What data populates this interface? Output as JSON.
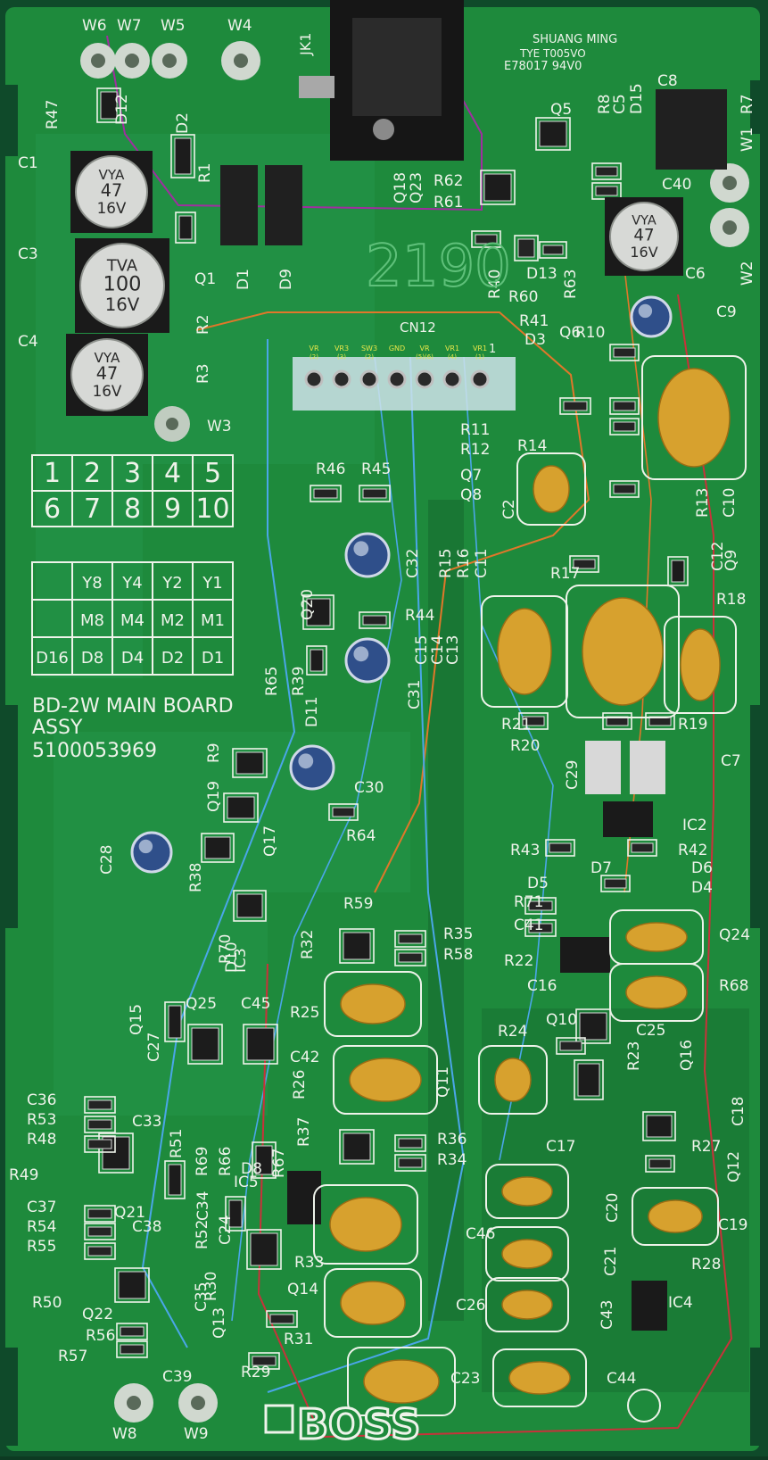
{
  "colors": {
    "board_green": "#1e8a3c",
    "board_dark": "#13602a",
    "trace_green": "#2aa048",
    "silkscreen": "#eef3ea",
    "cap_amber": "#d7a12e",
    "cap_blue": "#2f4f8a",
    "trace_blue": "#4aa6e8",
    "trace_orange": "#e0772a",
    "trace_red": "#c8323a",
    "trace_purple": "#a02ea0"
  },
  "board": {
    "title_line1": "BD-2W MAIN BOARD",
    "title_line2": "ASSY",
    "part_number": "5100053969",
    "logo": "BOSS",
    "maker_line1": "SHUANG MING",
    "maker_line2": "TYE T005VO",
    "maker_line3": "E78017 94V0",
    "handwritten": "2190",
    "connector": "CN12",
    "connector_pin1": "1",
    "connector_pins": [
      "VR",
      "VR3",
      "SW3",
      "GND",
      "VR",
      "VR1",
      "VR1"
    ],
    "connector_pin_sub": [
      "(2)",
      "(3)",
      "(2)",
      "",
      "(5)(6)",
      "(4)",
      "(1)"
    ],
    "jack": "JK1"
  },
  "number_grid": [
    "1",
    "2",
    "3",
    "4",
    "5",
    "6",
    "7",
    "8",
    "9",
    "10"
  ],
  "code_table": {
    "rows": [
      [
        "",
        "Y8",
        "Y4",
        "Y2",
        "Y1"
      ],
      [
        "",
        "M8",
        "M4",
        "M2",
        "M1"
      ],
      [
        "D16",
        "D8",
        "D4",
        "D2",
        "D1"
      ]
    ]
  },
  "capacitors": {
    "c1": {
      "brand": "VYA",
      "value": "47",
      "voltage": "16V"
    },
    "c3": {
      "brand": "TVA",
      "value": "100",
      "voltage": "16V"
    },
    "c4": {
      "brand": "VYA",
      "value": "47",
      "voltage": "16V"
    },
    "c6": {
      "brand": "VYA",
      "value": "47",
      "voltage": "16V"
    }
  },
  "labels": [
    {
      "t": "W6"
    },
    {
      "t": "W7"
    },
    {
      "t": "W5"
    },
    {
      "t": "W4"
    },
    {
      "t": "R47"
    },
    {
      "t": "D12"
    },
    {
      "t": "D2"
    },
    {
      "t": "C1"
    },
    {
      "t": "R1"
    },
    {
      "t": "C3"
    },
    {
      "t": "C4"
    },
    {
      "t": "Q1"
    },
    {
      "t": "D1"
    },
    {
      "t": "D9"
    },
    {
      "t": "R2"
    },
    {
      "t": "R3"
    },
    {
      "t": "W3"
    },
    {
      "t": "Q18"
    },
    {
      "t": "Q23"
    },
    {
      "t": "R62"
    },
    {
      "t": "R61"
    },
    {
      "t": "Q5"
    },
    {
      "t": "R8"
    },
    {
      "t": "C5"
    },
    {
      "t": "D15"
    },
    {
      "t": "C8"
    },
    {
      "t": "R7"
    },
    {
      "t": "W1"
    },
    {
      "t": "C40"
    },
    {
      "t": "W2"
    },
    {
      "t": "C6"
    },
    {
      "t": "R40"
    },
    {
      "t": "D13"
    },
    {
      "t": "R63"
    },
    {
      "t": "R60"
    },
    {
      "t": "C9"
    },
    {
      "t": "R41"
    },
    {
      "t": "D3"
    },
    {
      "t": "Q6"
    },
    {
      "t": "R10"
    },
    {
      "t": "R11"
    },
    {
      "t": "R12"
    },
    {
      "t": "R14"
    },
    {
      "t": "Q7"
    },
    {
      "t": "Q8"
    },
    {
      "t": "C2"
    },
    {
      "t": "R13"
    },
    {
      "t": "C10"
    },
    {
      "t": "R46"
    },
    {
      "t": "R45"
    },
    {
      "t": "C32"
    },
    {
      "t": "R15"
    },
    {
      "t": "R16"
    },
    {
      "t": "C11"
    },
    {
      "t": "R17"
    },
    {
      "t": "C12"
    },
    {
      "t": "Q9"
    },
    {
      "t": "R18"
    },
    {
      "t": "Q20"
    },
    {
      "t": "R44"
    },
    {
      "t": "C15"
    },
    {
      "t": "C14"
    },
    {
      "t": "C13"
    },
    {
      "t": "R65"
    },
    {
      "t": "R39"
    },
    {
      "t": "D11"
    },
    {
      "t": "C31"
    },
    {
      "t": "R21"
    },
    {
      "t": "R19"
    },
    {
      "t": "R20"
    },
    {
      "t": "C29"
    },
    {
      "t": "C7"
    },
    {
      "t": "R9"
    },
    {
      "t": "Q19"
    },
    {
      "t": "C30"
    },
    {
      "t": "IC2"
    },
    {
      "t": "R64"
    },
    {
      "t": "Q17"
    },
    {
      "t": "R43"
    },
    {
      "t": "R42"
    },
    {
      "t": "D7"
    },
    {
      "t": "D6"
    },
    {
      "t": "D5"
    },
    {
      "t": "D4"
    },
    {
      "t": "C28"
    },
    {
      "t": "R38"
    },
    {
      "t": "R70"
    },
    {
      "t": "R71"
    },
    {
      "t": "C41"
    },
    {
      "t": "Q24"
    },
    {
      "t": "R59"
    },
    {
      "t": "R35"
    },
    {
      "t": "R58"
    },
    {
      "t": "R32"
    },
    {
      "t": "D10"
    },
    {
      "t": "IC3"
    },
    {
      "t": "R22"
    },
    {
      "t": "C16"
    },
    {
      "t": "R68"
    },
    {
      "t": "Q15"
    },
    {
      "t": "Q25"
    },
    {
      "t": "C45"
    },
    {
      "t": "R25"
    },
    {
      "t": "R24"
    },
    {
      "t": "Q10"
    },
    {
      "t": "C25"
    },
    {
      "t": "C27"
    },
    {
      "t": "C42"
    },
    {
      "t": "Q11"
    },
    {
      "t": "R23"
    },
    {
      "t": "Q16"
    },
    {
      "t": "R26"
    },
    {
      "t": "C36"
    },
    {
      "t": "R53"
    },
    {
      "t": "C33"
    },
    {
      "t": "R48"
    },
    {
      "t": "R51"
    },
    {
      "t": "R69"
    },
    {
      "t": "R66"
    },
    {
      "t": "R67"
    },
    {
      "t": "R37"
    },
    {
      "t": "R36"
    },
    {
      "t": "R34"
    },
    {
      "t": "C17"
    },
    {
      "t": "C18"
    },
    {
      "t": "R27"
    },
    {
      "t": "Q12"
    },
    {
      "t": "R49"
    },
    {
      "t": "D8"
    },
    {
      "t": "C37"
    },
    {
      "t": "Q21"
    },
    {
      "t": "C34"
    },
    {
      "t": "IC5"
    },
    {
      "t": "C20"
    },
    {
      "t": "C19"
    },
    {
      "t": "R54"
    },
    {
      "t": "C38"
    },
    {
      "t": "C24"
    },
    {
      "t": "C46"
    },
    {
      "t": "R55"
    },
    {
      "t": "R52"
    },
    {
      "t": "R33"
    },
    {
      "t": "C21"
    },
    {
      "t": "R28"
    },
    {
      "t": "R50"
    },
    {
      "t": "R30"
    },
    {
      "t": "Q14"
    },
    {
      "t": "C26"
    },
    {
      "t": "IC4"
    },
    {
      "t": "Q22"
    },
    {
      "t": "C35"
    },
    {
      "t": "C43"
    },
    {
      "t": "R56"
    },
    {
      "t": "Q13"
    },
    {
      "t": "R31"
    },
    {
      "t": "R57"
    },
    {
      "t": "C23"
    },
    {
      "t": "C44"
    },
    {
      "t": "C39"
    },
    {
      "t": "R29"
    },
    {
      "t": "W8"
    },
    {
      "t": "W9"
    }
  ]
}
